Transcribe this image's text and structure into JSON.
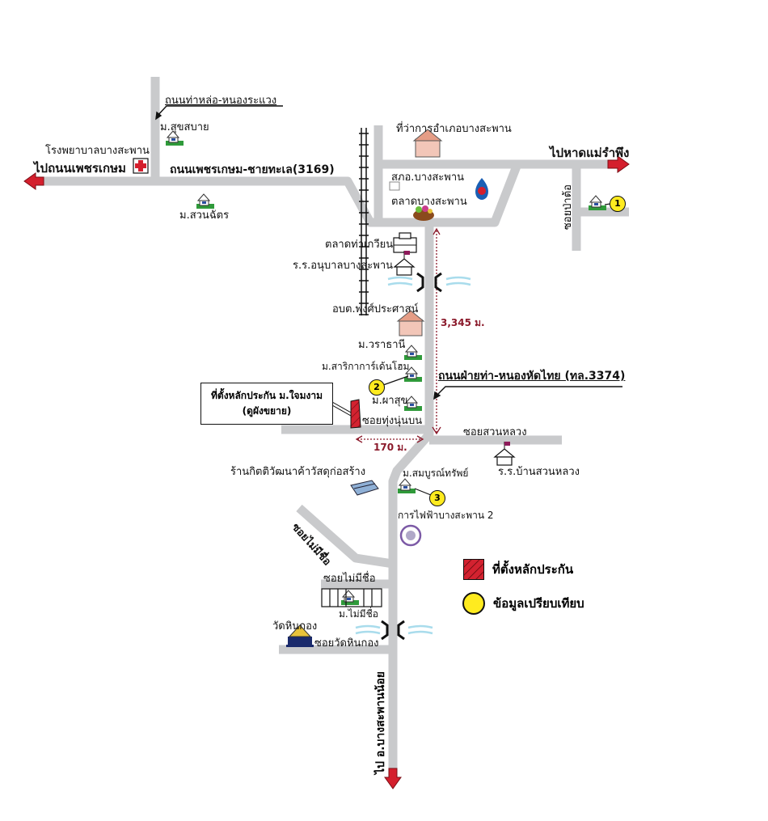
{
  "roads": {
    "phetkasem_chaithale": "ถนนเพชรเกษม-ชายทะเล(3169)",
    "tha_lo_nong_rawaeng": "ถนนท่าหล่อ-หนองระแวง",
    "fai_tha_nong_hat_thai": "ถนนฝ่ายท่า-หนองหัดไทย (ทล.3374)",
    "soi_thung_nun_bon": "ซอยทุ่งนุ่นบน",
    "soi_suan_luang": "ซอยสวนหลวง",
    "soi_mai_mi_chue_diag": "ซอยไม่มีชื่อ",
    "soi_mai_mi_chue": "ซอยไม่มีชื่อ",
    "soi_wat_hin_kong": "ซอยวัดหินกอง",
    "soi_pa_to": "ซอยป่าต้อ"
  },
  "directions": {
    "to_phetkasem": "ไปถนนเพชรเกษม",
    "to_hat_mae_ramphueng": "ไปหาดแม่รำพึง",
    "to_bang_saphan_noi": "ไป อ.บางสะพานน้อย"
  },
  "places": {
    "hospital": "โรงพยาบาลบางสะพาน",
    "m_suk_sabai": "ม.สุขสบาย",
    "m_suan_chat": "ม.สวนฉัตร",
    "district_office": "ที่ว่าการอำเภอบางสะพาน",
    "police": "สภอ.บางสะพาน",
    "market": "ตลาดบางสะพาน",
    "tha_kwian_market": "ตลาดท่าเกวียน",
    "kindergarten_school": "ร.ร.อนุบาลบางสะพาน",
    "sao_phong_prasat": "อบต.พงศ์ประศาสน์",
    "m_warathani": "ม.วราธานี",
    "m_sarika": "ม.สาริกาการ์เด้นโฮม",
    "m_pasuk": "ม.ผาสุข",
    "hardware_store": "ร้านกิตติวัฒนาค้าวัสดุก่อสร้าง",
    "m_sombun_sap": "ม.สมบูรณ์ทรัพย์",
    "electricity": "การไฟฟ้าบางสะพาน 2",
    "ban_suan_luang_school": "ร.ร.บ้านสวนหลวง",
    "m_mai_mi_chue": "ม.ไม่มีชื่อ",
    "wat_hin_kong": "วัดหินกอง"
  },
  "distances": {
    "main_road": "3,345 ม.",
    "soi": "170 ม."
  },
  "callout": {
    "line1": "ที่ตั้งหลักประกัน ม.ใจมงาม",
    "line2": "(ดูผังขยาย)"
  },
  "comparables": [
    "1",
    "2",
    "3"
  ],
  "legend": {
    "collateral": "ที่ตั้งหลักประกัน",
    "comparable": "ข้อมูลเปรียบเทียบ"
  },
  "colors": {
    "road": "#c9cacc",
    "arrow": "#d41f2d",
    "distance": "#8b1a2b",
    "marker": "#ffeb1f",
    "collateral": "#d32230"
  }
}
